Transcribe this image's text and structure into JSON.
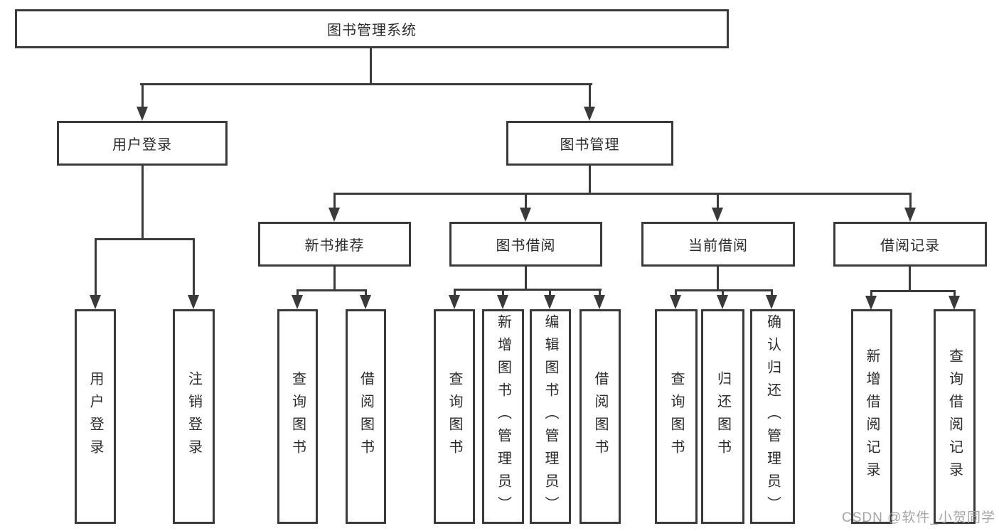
{
  "diagram": {
    "type": "tree-diagram",
    "title": "图书管理系统",
    "watermark": "CSDN @软件_小贺同学",
    "colors": {
      "background": "#ffffff",
      "line": "#3a3a3a",
      "text": "#2b2b2b",
      "watermark": "#9b9b9b"
    }
  },
  "nodes": {
    "root": {
      "label": "图书管理系统"
    },
    "userLogin": {
      "label": "用户登录"
    },
    "bookMgmt": {
      "label": "图书管理"
    },
    "newBookRec": {
      "label": "新书推荐"
    },
    "bookBorrow": {
      "label": "图书借阅"
    },
    "currentBorrow": {
      "label": "当前借阅"
    },
    "borrowRecords": {
      "label": "借阅记录"
    },
    "leafUserLogin": {
      "label": "用户登录"
    },
    "leafLogout": {
      "label": "注销登录"
    },
    "leafQueryBooks1": {
      "label": "查询图书"
    },
    "leafBorrowBooks1": {
      "label": "借阅图书"
    },
    "leafQueryBooks2": {
      "label": "查询图书"
    },
    "leafAddBooks": {
      "label": "新增图书（管理员）"
    },
    "leafEditBooks": {
      "label": "编辑图书（管理员）"
    },
    "leafBorrowBooks2": {
      "label": "借阅图书"
    },
    "leafQueryBooks3": {
      "label": "查询图书"
    },
    "leafReturnBooks": {
      "label": "归还图书"
    },
    "leafConfirmReturn": {
      "label": "确认归还（管理员）"
    },
    "leafAddBorrowRecord": {
      "label": "新增借阅记录"
    },
    "leafQueryBorrowRecord": {
      "label": "查询借阅记录"
    }
  },
  "hierarchy": {
    "图书管理系统": {
      "用户登录": [
        "用户登录",
        "注销登录"
      ],
      "图书管理": {
        "新书推荐": [
          "查询图书",
          "借阅图书"
        ],
        "图书借阅": [
          "查询图书",
          "新增图书（管理员）",
          "编辑图书（管理员）",
          "借阅图书"
        ],
        "当前借阅": [
          "查询图书",
          "归还图书",
          "确认归还（管理员）"
        ],
        "借阅记录": [
          "新增借阅记录",
          "查询借阅记录"
        ]
      }
    }
  }
}
